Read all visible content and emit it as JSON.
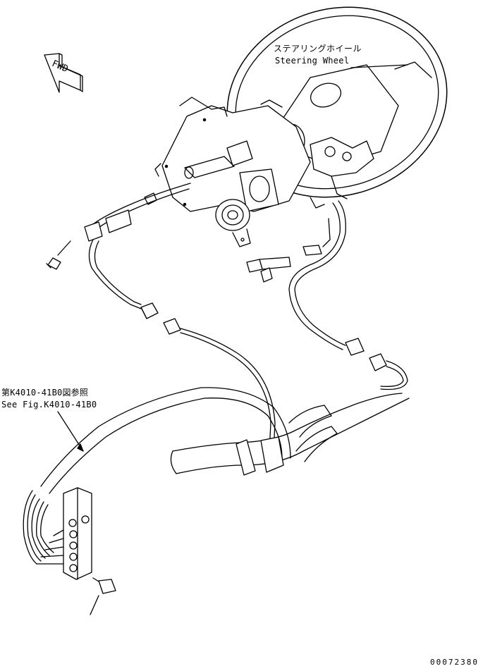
{
  "fwd_label": "FWD",
  "callouts": {
    "steering_wheel_jp": "ステアリングホイール",
    "steering_wheel_en": "Steering Wheel",
    "see_fig_jp": "第K4010-41B0図参照",
    "see_fig_en": "See Fig.K4010-41B0"
  },
  "drawing_code": "00072380",
  "colors": {
    "line": "#000000",
    "background": "#ffffff"
  }
}
